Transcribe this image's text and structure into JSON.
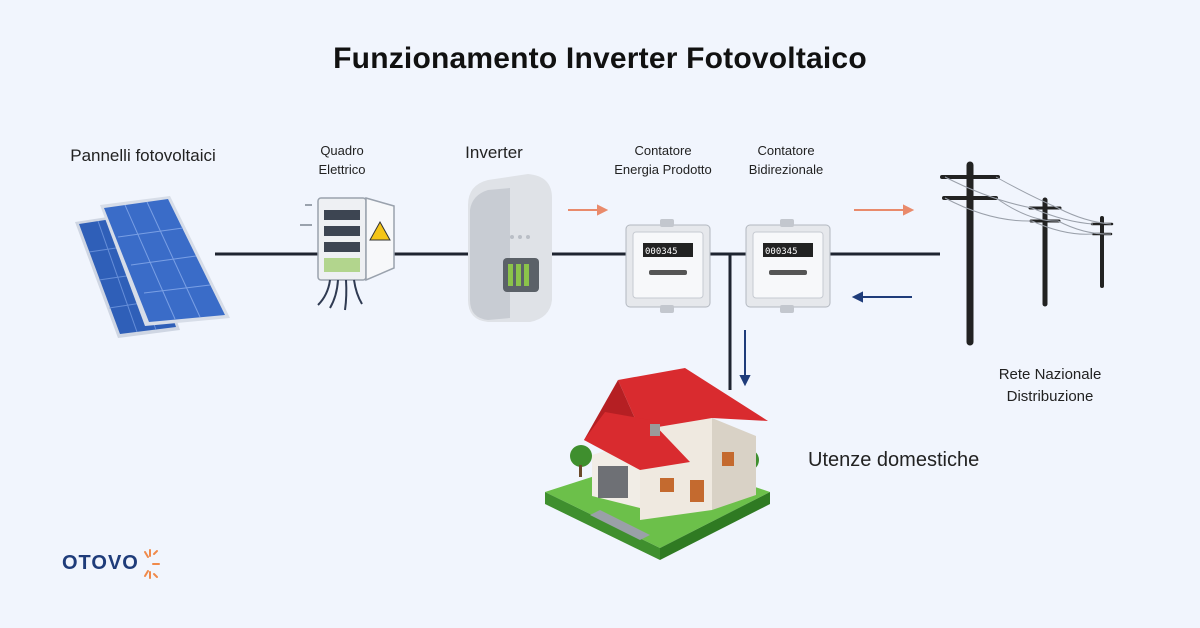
{
  "title": "Funzionamento Inverter Fotovoltaico",
  "labels": {
    "panels": "Pannelli fotovoltaici",
    "panel_line1": "Quadro",
    "panel_line2": "Elettrico",
    "inverter": "Inverter",
    "meter1_line1": "Contatore",
    "meter1_line2": "Energia Prodotto",
    "meter2_line1": "Contatore",
    "meter2_line2": "Bidirezionale",
    "grid_line1": "Rete Nazionale",
    "grid_line2": "Distribuzione",
    "house": "Utenze domestiche"
  },
  "meter_display": "000345",
  "logo": "OTOVO",
  "colors": {
    "arrow_out": "#e98a6b",
    "arrow_in": "#1f3c7a",
    "wire": "#1e2430",
    "roof": "#d92b2f",
    "grass": "#6cc04a",
    "solar": "#2f5fb8"
  },
  "icons": [
    "solar-panel-icon",
    "electrical-panel-icon",
    "inverter-icon",
    "energy-meter-icon",
    "power-pole-icon",
    "house-icon"
  ]
}
